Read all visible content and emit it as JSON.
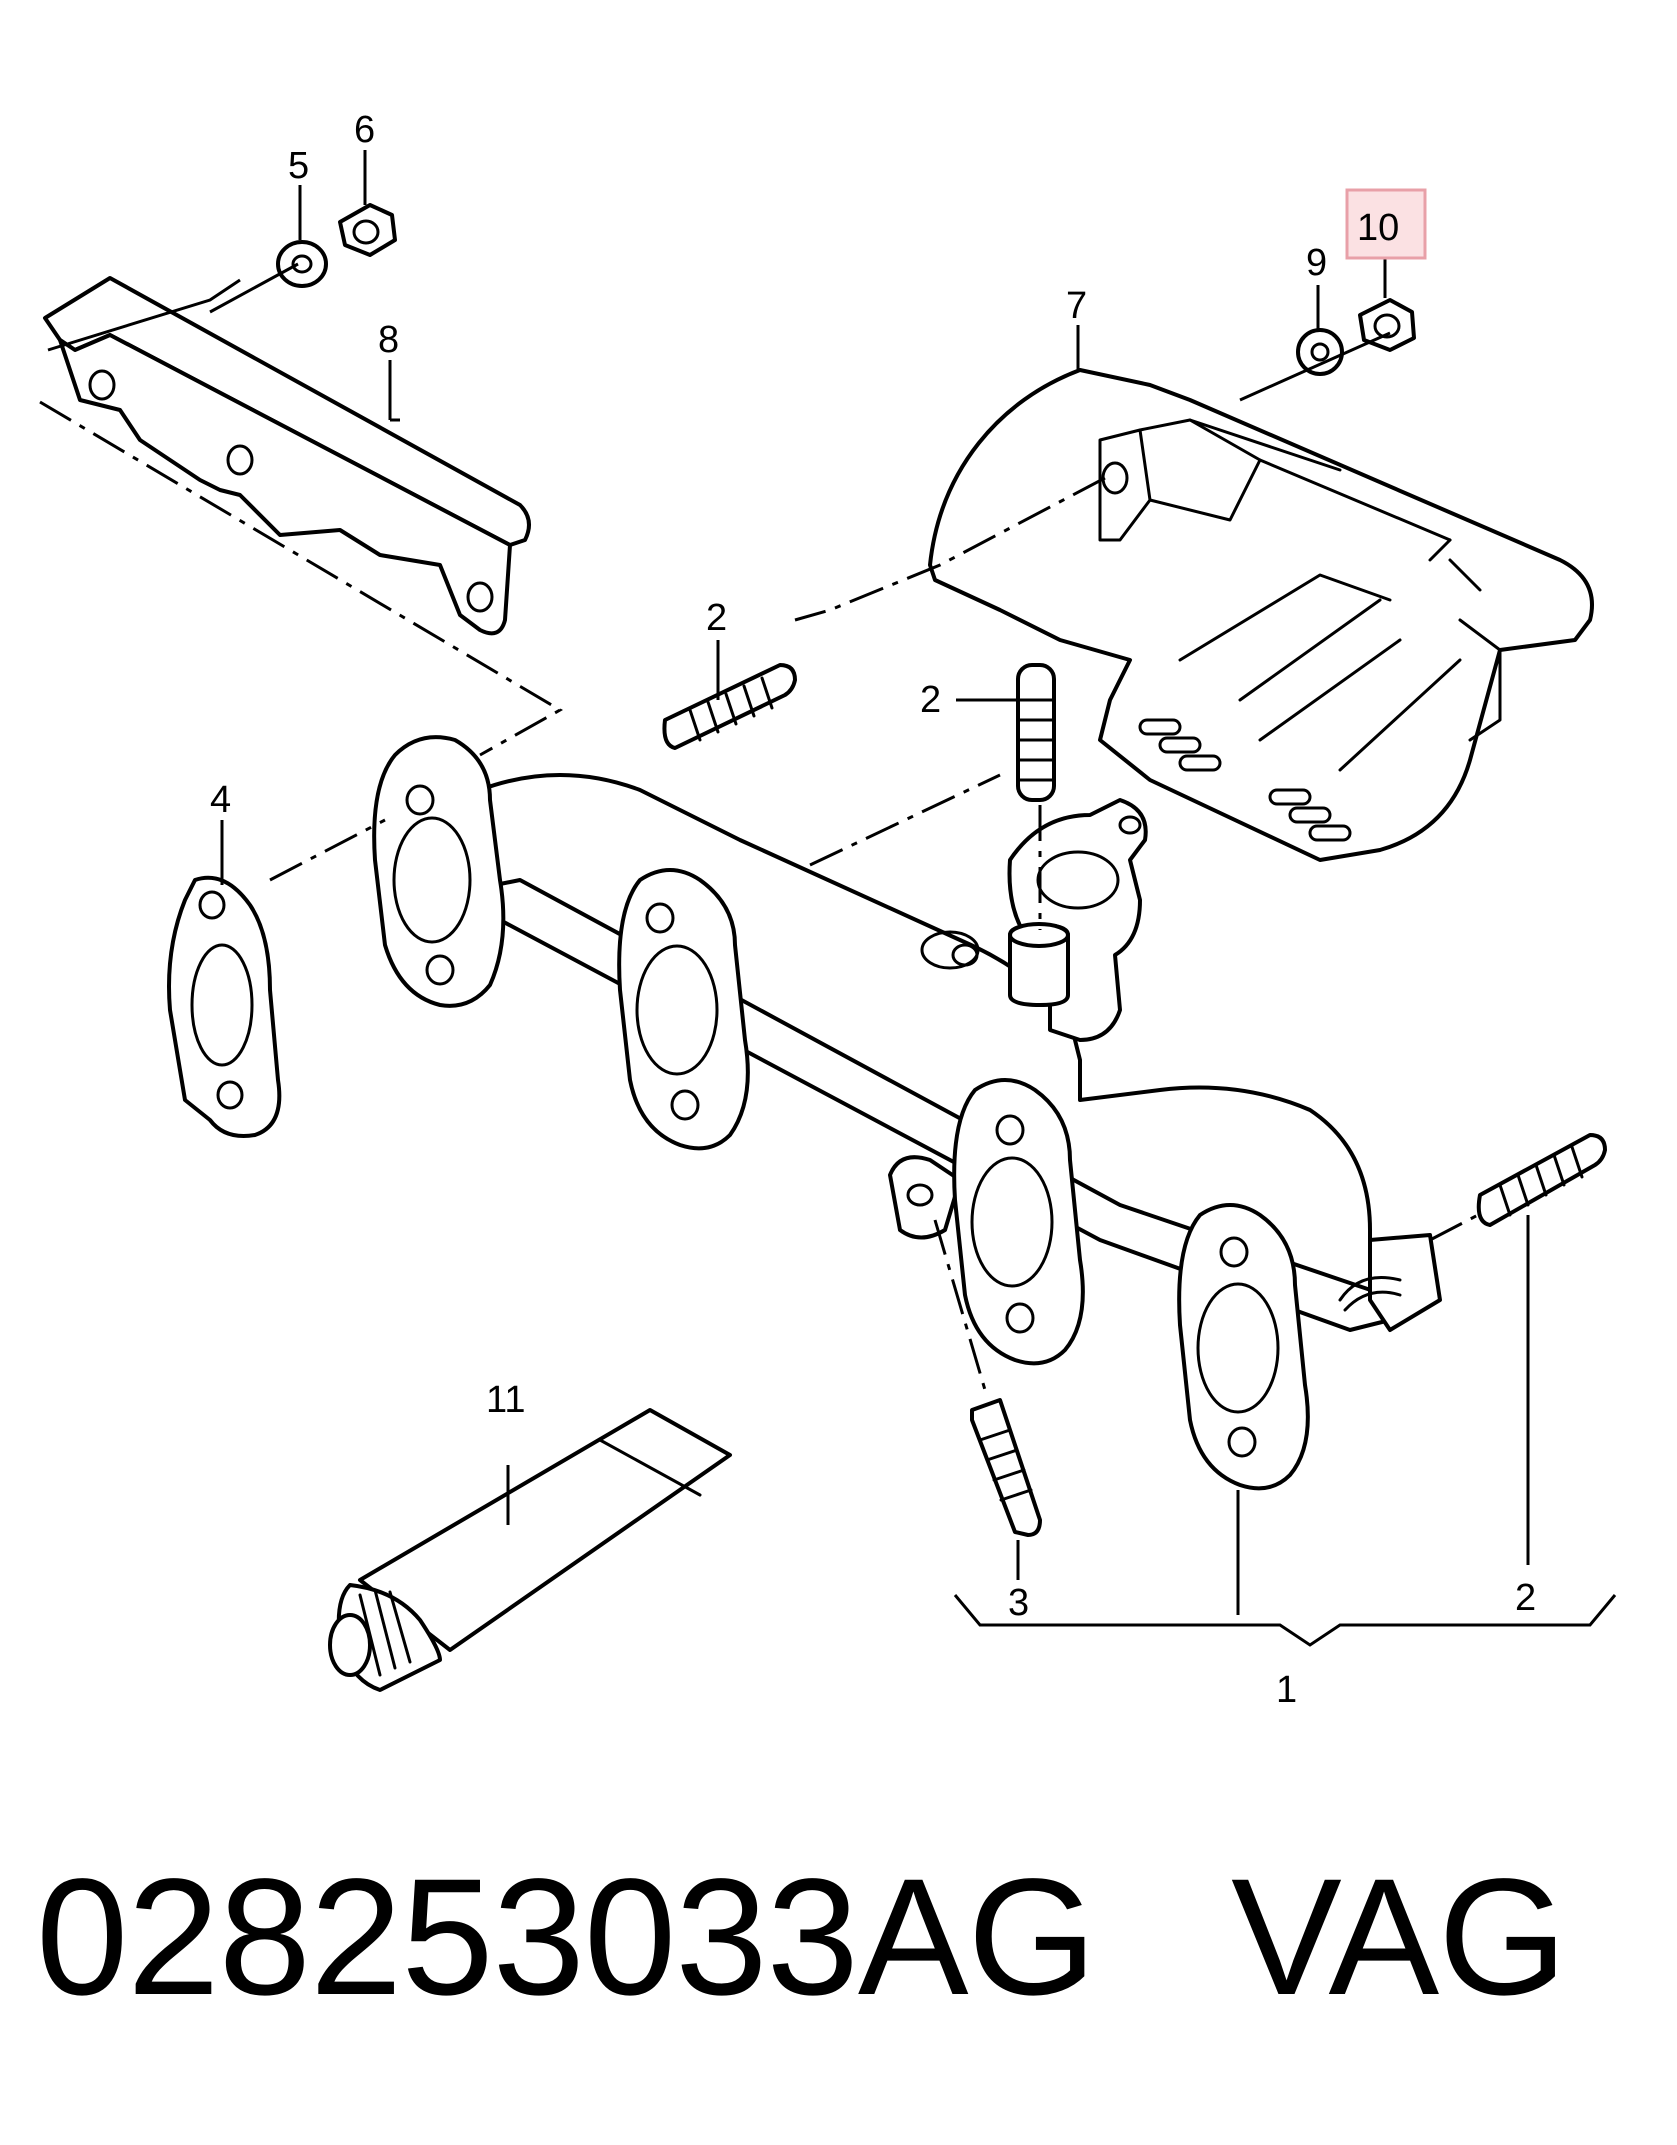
{
  "callouts": {
    "c1": "1",
    "c2a": "2",
    "c2b": "2",
    "c2c": "2",
    "c3": "3",
    "c4": "4",
    "c5": "5",
    "c6": "6",
    "c7": "7",
    "c8": "8",
    "c9": "9",
    "c10": "10",
    "c11": "11"
  },
  "highlighted_callout": "10",
  "highlight_color": "#e8a0a8",
  "highlight_fill": "#fbe1e3",
  "caption": {
    "part_number": "028253033AG",
    "brand": "VAG"
  }
}
